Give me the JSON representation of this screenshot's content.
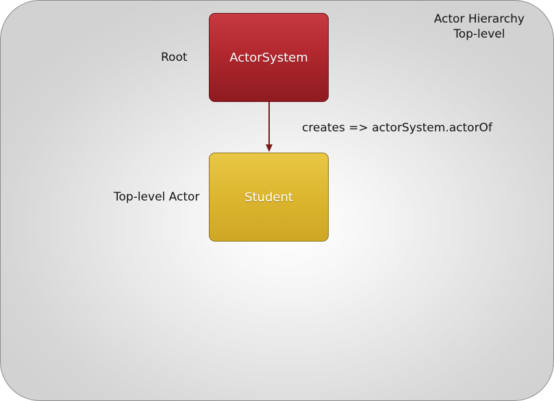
{
  "title": {
    "line1": "Actor Hierarchy",
    "line2": "Top-level"
  },
  "nodes": {
    "root": {
      "label": "ActorSystem",
      "side_label": "Root",
      "color": "#b1282e"
    },
    "student": {
      "label": "Student",
      "side_label": "Top-level Actor",
      "color": "#dcb62f"
    }
  },
  "edge": {
    "label": "creates => actorSystem.actorOf",
    "color": "#7a1a1a"
  }
}
